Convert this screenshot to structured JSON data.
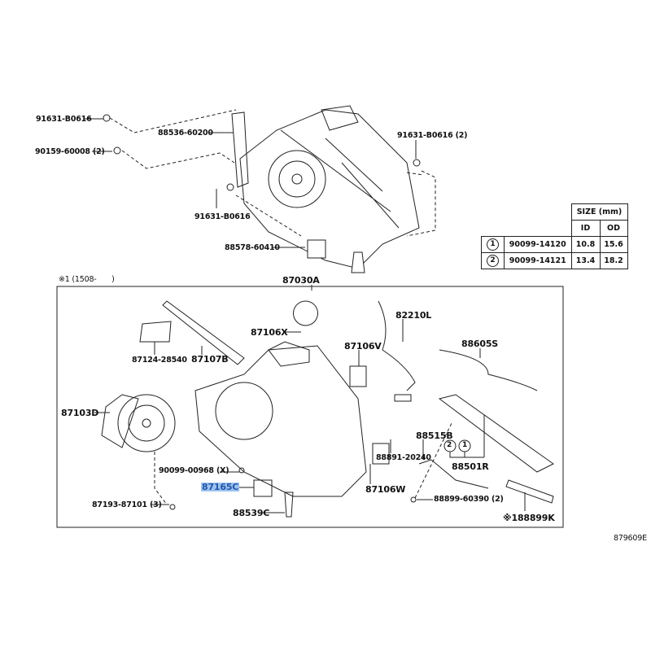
{
  "upper_labels": {
    "bolt_top": "91631-B0616",
    "bolt_2": "90159-60008 (2)",
    "bracket": "88536-60200",
    "bolt_right": "91631-B0616 (2)",
    "bolt_mid": "91631-B0616",
    "part_88578": "88578-60410"
  },
  "note": "※1 (1508-　　)",
  "assembly": "87030A",
  "size_table": {
    "header": "SIZE (mm)",
    "col_id": "ID",
    "col_od": "OD",
    "rows": [
      {
        "mark": "1",
        "part": "90099-14120",
        "id": "10.8",
        "od": "15.6"
      },
      {
        "mark": "2",
        "part": "90099-14121",
        "id": "13.4",
        "od": "18.2"
      }
    ]
  },
  "box_labels": {
    "p87124": "87124-28540",
    "p87107": "87107B",
    "p87106x": "87106X",
    "p87106v": "87106V",
    "p82210": "82210L",
    "p88605": "88605S",
    "p87103": "87103D",
    "p88891": "88891-20240",
    "p88515": "88515B",
    "p88501": "88501R",
    "p90099": "90099-00968 (X)",
    "p87165": "87165C",
    "p87106w": "87106W",
    "p87193": "87193-87101 (3)",
    "p88899": "88899-60390 (2)",
    "p88539": "88539C",
    "p188899": "※188899K",
    "mark1": "1",
    "mark2": "2"
  },
  "figure_id": "879609E",
  "highlight_color": "#9cc3f0"
}
